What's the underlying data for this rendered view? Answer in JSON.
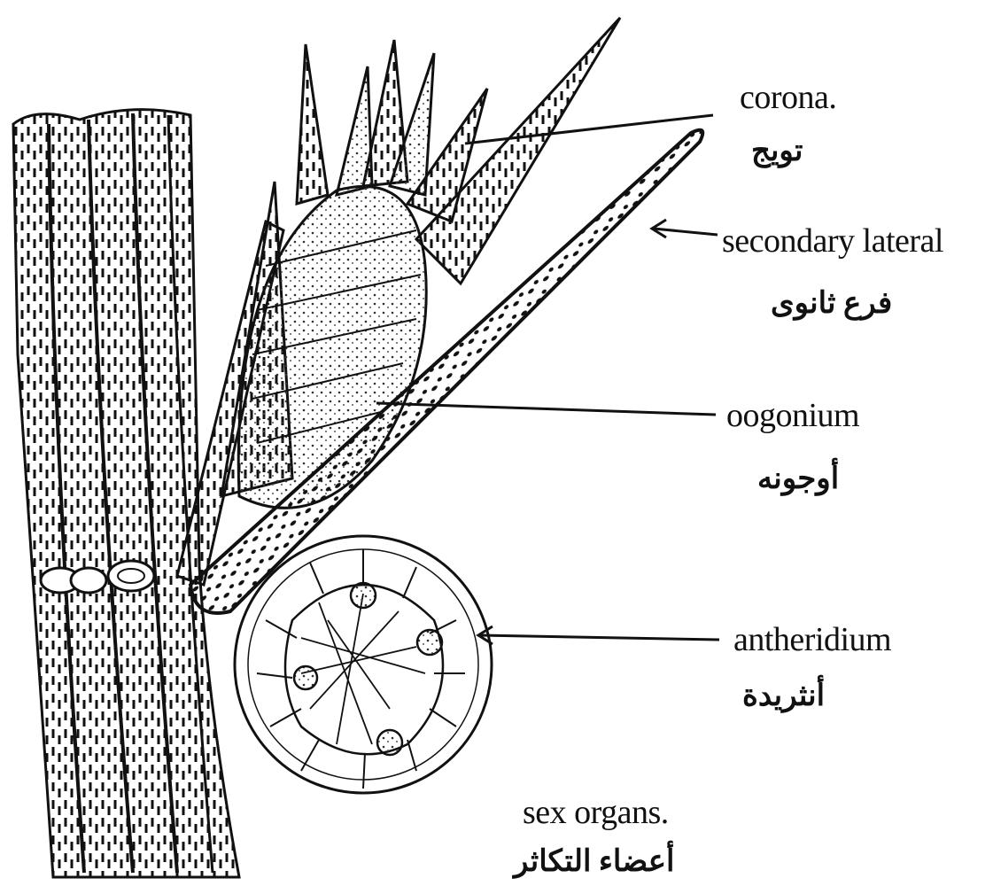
{
  "labels": {
    "corona": {
      "en": "corona.",
      "ar": "تويج"
    },
    "secondary_lateral": {
      "en": "secondary lateral",
      "ar": "فرع ثانوى"
    },
    "oogonium": {
      "en": "oogonium",
      "ar": "أوجونه"
    },
    "antheridium": {
      "en": "antheridium",
      "ar": "أنثريدة"
    },
    "sex_organs": {
      "en": "sex organs.",
      "ar": "أعضاء التكاثر"
    }
  }
}
